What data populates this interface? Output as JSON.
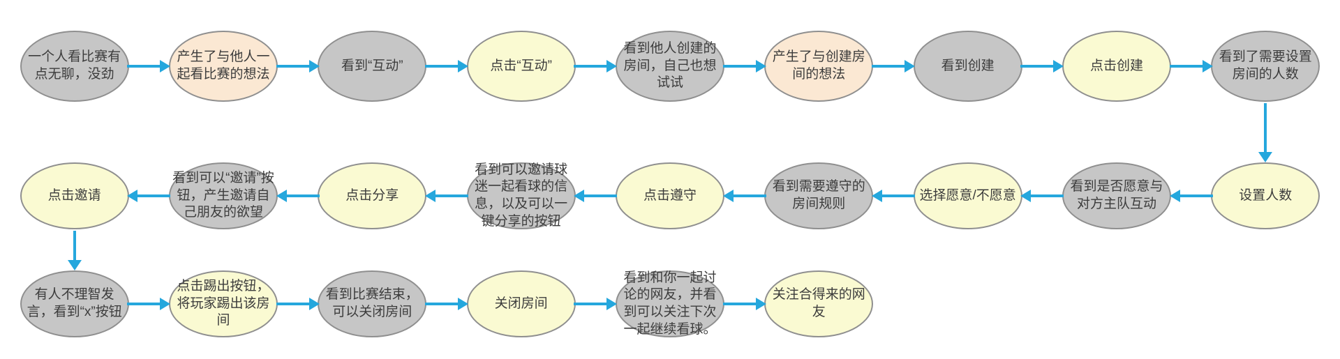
{
  "diagram": {
    "kind": "user-journey-flowchart",
    "language": "zh-CN",
    "colors": {
      "observe_fill": "#c6c6c6",
      "idea_fill": "#fbe8d3",
      "action_fill": "#fafad2",
      "stroke": "#8f8f8f",
      "arrow": "#25a7dd",
      "text": "#3c3c3c",
      "bg": "#ffffff"
    },
    "node_types": {
      "observe": "gray ellipse - observation/state",
      "idea": "peach ellipse - thought/idea",
      "action": "yellow ellipse - user action"
    },
    "rows": [
      {
        "flow": "left-to-right",
        "nodes": [
          {
            "type": "observe",
            "label": "一个人看比赛有点无聊，没劲"
          },
          {
            "type": "idea",
            "label": "产生了与他人一起看比赛的想法"
          },
          {
            "type": "observe",
            "label": "看到“互动”"
          },
          {
            "type": "action",
            "label": "点击“互动”"
          },
          {
            "type": "observe",
            "label": "看到他人创建的房间，自己也想试试"
          },
          {
            "type": "idea",
            "label": "产生了与创建房间的想法"
          },
          {
            "type": "observe",
            "label": "看到创建"
          },
          {
            "type": "action",
            "label": "点击创建"
          },
          {
            "type": "observe",
            "label": "看到了需要设置房间的人数"
          }
        ]
      },
      {
        "flow": "right-to-left",
        "nodes": [
          {
            "type": "action",
            "label": "点击邀请"
          },
          {
            "type": "observe",
            "label": "看到可以“邀请”按钮，产生邀请自己朋友的欲望"
          },
          {
            "type": "action",
            "label": "点击分享"
          },
          {
            "type": "observe",
            "label": "看到可以邀请球迷一起看球的信息，以及可以一键分享的按钮"
          },
          {
            "type": "action",
            "label": "点击遵守"
          },
          {
            "type": "observe",
            "label": "看到需要遵守的房间规则"
          },
          {
            "type": "action",
            "label": "选择愿意/不愿意"
          },
          {
            "type": "observe",
            "label": "看到是否愿意与对方主队互动"
          },
          {
            "type": "action",
            "label": "设置人数"
          }
        ]
      },
      {
        "flow": "left-to-right",
        "nodes": [
          {
            "type": "observe",
            "label": "有人不理智发言，看到“x”按钮"
          },
          {
            "type": "action",
            "label": "点击踢出按钮，将玩家踢出该房间"
          },
          {
            "type": "observe",
            "label": "看到比赛结束，可以关闭房间"
          },
          {
            "type": "action",
            "label": "关闭房间"
          },
          {
            "type": "observe",
            "label": "看到和你一起讨论的网友，并看到可以关注下次一起继续看球。"
          },
          {
            "type": "action",
            "label": "关注合得来的网友"
          }
        ]
      }
    ],
    "vertical_connectors": [
      {
        "from": "看到了需要设置房间的人数",
        "to": "设置人数"
      },
      {
        "from": "点击邀请",
        "to": "有人不理智发言，看到“x”按钮"
      }
    ]
  }
}
